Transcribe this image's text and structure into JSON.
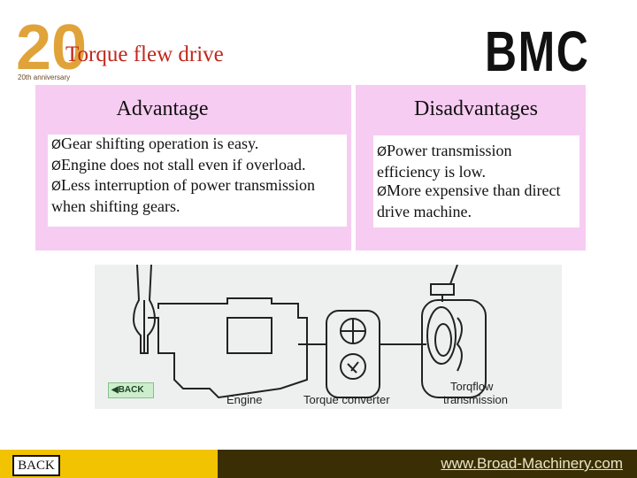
{
  "header": {
    "logo_number": "20",
    "logo_subtitle": "20th anniversary",
    "title": "Torque flew drive",
    "brand": "BMC"
  },
  "advantage": {
    "heading": "Advantage",
    "items": [
      "Gear shifting operation is easy.",
      "Engine does not stall even if overload.",
      "Less interruption of power transmission when shifting gears."
    ]
  },
  "disadvantages": {
    "heading": "Disadvantages",
    "items": [
      "Power transmission efficiency is low.",
      "More expensive than direct drive machine."
    ]
  },
  "diagram": {
    "back_label": "BACK",
    "labels": {
      "engine": "Engine",
      "torque_converter": "Torque converter",
      "torqflow": "Torqflow",
      "transmission": "transmission"
    }
  },
  "footer": {
    "back_label": "BACK",
    "url": "www.Broad-Machinery.com"
  },
  "colors": {
    "panel_bg": "#f7ccf2",
    "title_red": "#c1281e",
    "footer_yellow": "#f2c300",
    "footer_dark": "#3a2e04",
    "logo_gold": "#e0a33a"
  },
  "icons": {
    "bullet": "arrow-bullet-icon",
    "back": "back-arrow-icon"
  }
}
